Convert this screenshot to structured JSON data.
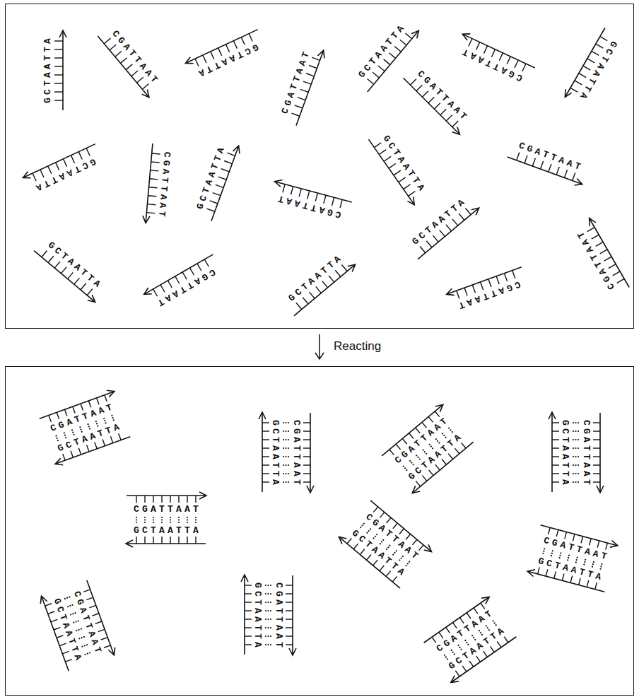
{
  "diagram": {
    "labels": [
      "GCTAATTA",
      "CGATTAAT",
      "GCTAATTA",
      "CGATTAAT",
      "GCTAATTA",
      "CGATTAAT",
      "GCTAATTA",
      "CGATTAAT",
      "GCTAATTA",
      "CGATTAAT",
      "GCTAATTA",
      "CGATTAAT",
      "GCTAATTA",
      "CGATTAAT",
      "GCTAATTA",
      "CGATTAAT",
      "GCTAATTA",
      "CGATTAAT",
      "GCTAATTA",
      "CGATTAAT",
      "Reacting",
      "CGATTAAT",
      "GCTAATTA",
      "CGATTAAT",
      "GCTAATTA",
      "CGATTAAT",
      "GCTAATTA",
      "CGATTAAT",
      "GCTAATTA",
      "CGATTAAT",
      "GCTAATTA",
      "CGATTAAT",
      "GCTAATTA",
      "CGATTAAT",
      "GCTAATTA",
      "CGATTAAT",
      "GCTAATTA",
      "CGATTAAT",
      "GCTAATTA",
      "CGATTAAT",
      "GCTAATTA"
    ]
  }
}
